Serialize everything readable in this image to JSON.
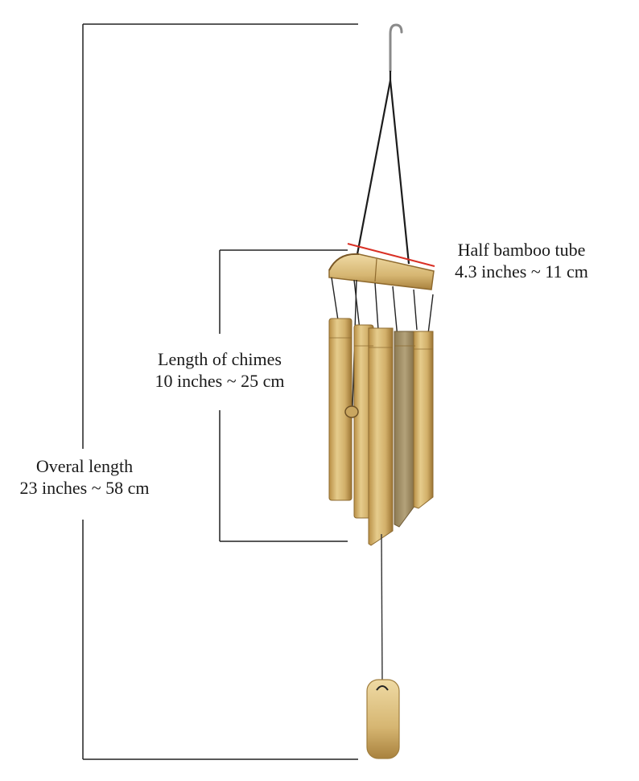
{
  "annotations": {
    "overall": {
      "title": "Overal length",
      "value": "23 inches ~ 58 cm"
    },
    "chimes": {
      "title": "Length of chimes",
      "value": "10 inches ~ 25 cm"
    },
    "tube": {
      "title": "Half bamboo tube",
      "value": "4.3 inches ~ 11 cm"
    }
  },
  "colors": {
    "bamboo": "#d7b872",
    "bamboo_dark": "#a67f3c",
    "bamboo_light": "#ead39a",
    "cord": "#222222",
    "dimension_line": "#222222",
    "highlight_line": "#d93025"
  },
  "product": {
    "chime_count": 5
  }
}
